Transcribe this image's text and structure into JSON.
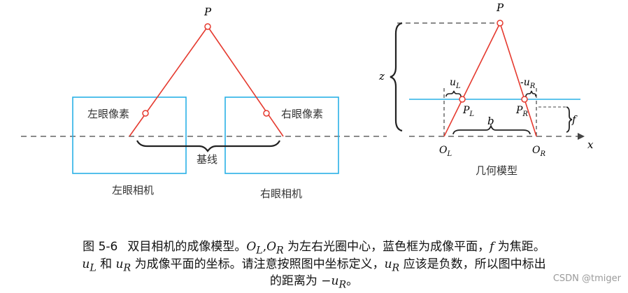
{
  "figure": {
    "left": {
      "top_point": "P",
      "left_pixel_label": "左眼像素",
      "right_pixel_label": "右眼像素",
      "baseline_label": "基线",
      "left_camera_label": "左眼相机",
      "right_camera_label": "右眼相机"
    },
    "right": {
      "top_point": "P",
      "z_label": "z",
      "f_label": "f",
      "x_label": "x",
      "b_label": "b",
      "uL_label": "u",
      "uL_sub": "L",
      "uR_label": "-u",
      "uR_sub": "R",
      "PL_label": "P",
      "PL_sub": "L",
      "PR_label": "P",
      "PR_sub": "R",
      "OL_label": "O",
      "OL_sub": "L",
      "OR_label": "O",
      "OR_sub": "R",
      "model_label": "几何模型"
    },
    "colors": {
      "ray": "#e53a2f",
      "frame": "#29b1e6",
      "baseline": "#444444"
    }
  },
  "caption": {
    "label": "图 5-6",
    "line1_part1": "双目相机的成像模型。",
    "line1_math1": "O",
    "line1_sub1": "L",
    "line1_comma": ",",
    "line1_math2": "O",
    "line1_sub2": "R",
    "line1_part2": " 为左右光圈中心，蓝色框为成像平面，",
    "line1_math3": "f",
    "line1_part3": " 为焦距。",
    "line2_math1": "u",
    "line2_sub1": "L",
    "line2_part1": " 和 ",
    "line2_math2": "u",
    "line2_sub2": "R",
    "line2_part2": " 为成像平面的坐标。请注意按照图中坐标定义，",
    "line2_math3": "u",
    "line2_sub3": "R",
    "line2_part3": " 应该是负数，所以图中标出",
    "line3_part1": "的距离为 ",
    "line3_math1": "−u",
    "line3_sub1": "R",
    "line3_part2": "。"
  },
  "watermark": "CSDN @tmiger"
}
